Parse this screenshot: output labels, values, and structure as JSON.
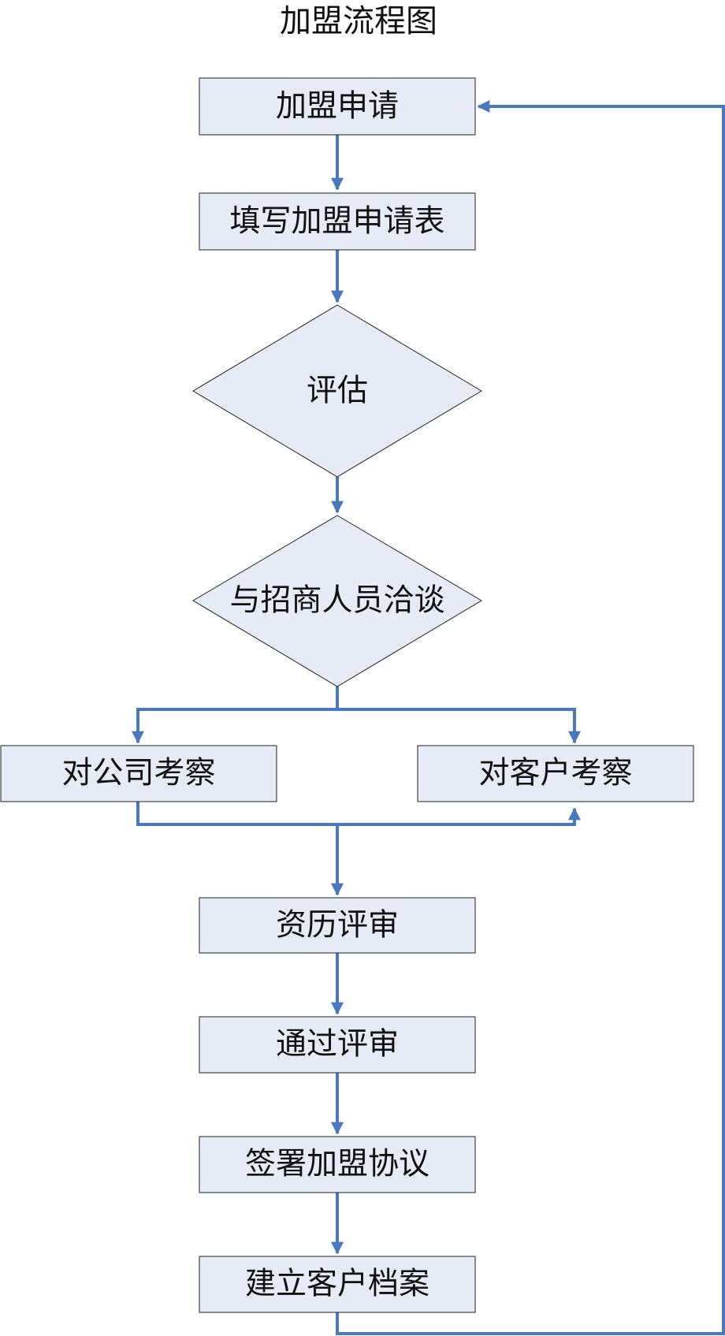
{
  "title": "加盟流程图",
  "colors": {
    "box_fill": "#e6ebf5",
    "box_border": "#222222",
    "arrow": "#4a78bd",
    "text": "#111111"
  },
  "nodes": {
    "application": "加盟申请",
    "fill_form": "填写加盟申请表",
    "evaluate": "评估",
    "negotiate": "与招商人员洽谈",
    "inspect_company": "对公司考察",
    "inspect_client": "对客户考察",
    "qualification_review": "资历评审",
    "pass_review": "通过评审",
    "sign_agreement": "签署加盟协议",
    "create_record": "建立客户档案"
  }
}
